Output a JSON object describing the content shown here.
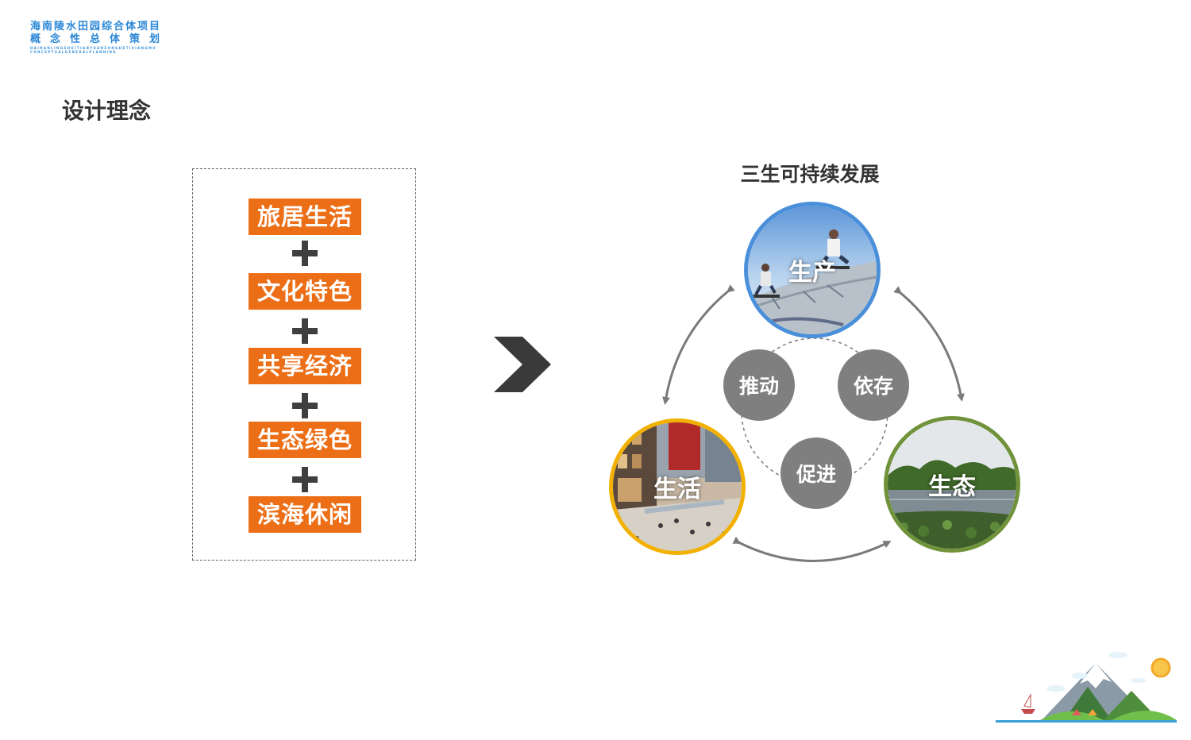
{
  "logo": {
    "line1": "海南陵水田园综合体项目",
    "line2": "概念性总体策划",
    "line3": "HAINANLINGSHUITIANYUANZONGHETIXIANGMU",
    "line4": "CONCEPTUALGENERALPLANNING"
  },
  "page": {
    "title": "设计理念"
  },
  "concepts": {
    "items": [
      "旅居生活",
      "文化特色",
      "共享经济",
      "生态绿色",
      "滨海休闲"
    ]
  },
  "cycle": {
    "title": "三生可持续发展",
    "nodes": {
      "production": "生产",
      "life": "生活",
      "ecology": "生态"
    },
    "relations": {
      "drive": "推动",
      "depend": "依存",
      "promote": "促进"
    }
  },
  "colors": {
    "accent_orange": "#ec6f17",
    "production_ring": "#4a8fd9",
    "life_ring": "#f2b100",
    "ecology_ring": "#70923a",
    "relation_gray": "#7f7f7f",
    "logo_blue": "#2a87d6"
  }
}
